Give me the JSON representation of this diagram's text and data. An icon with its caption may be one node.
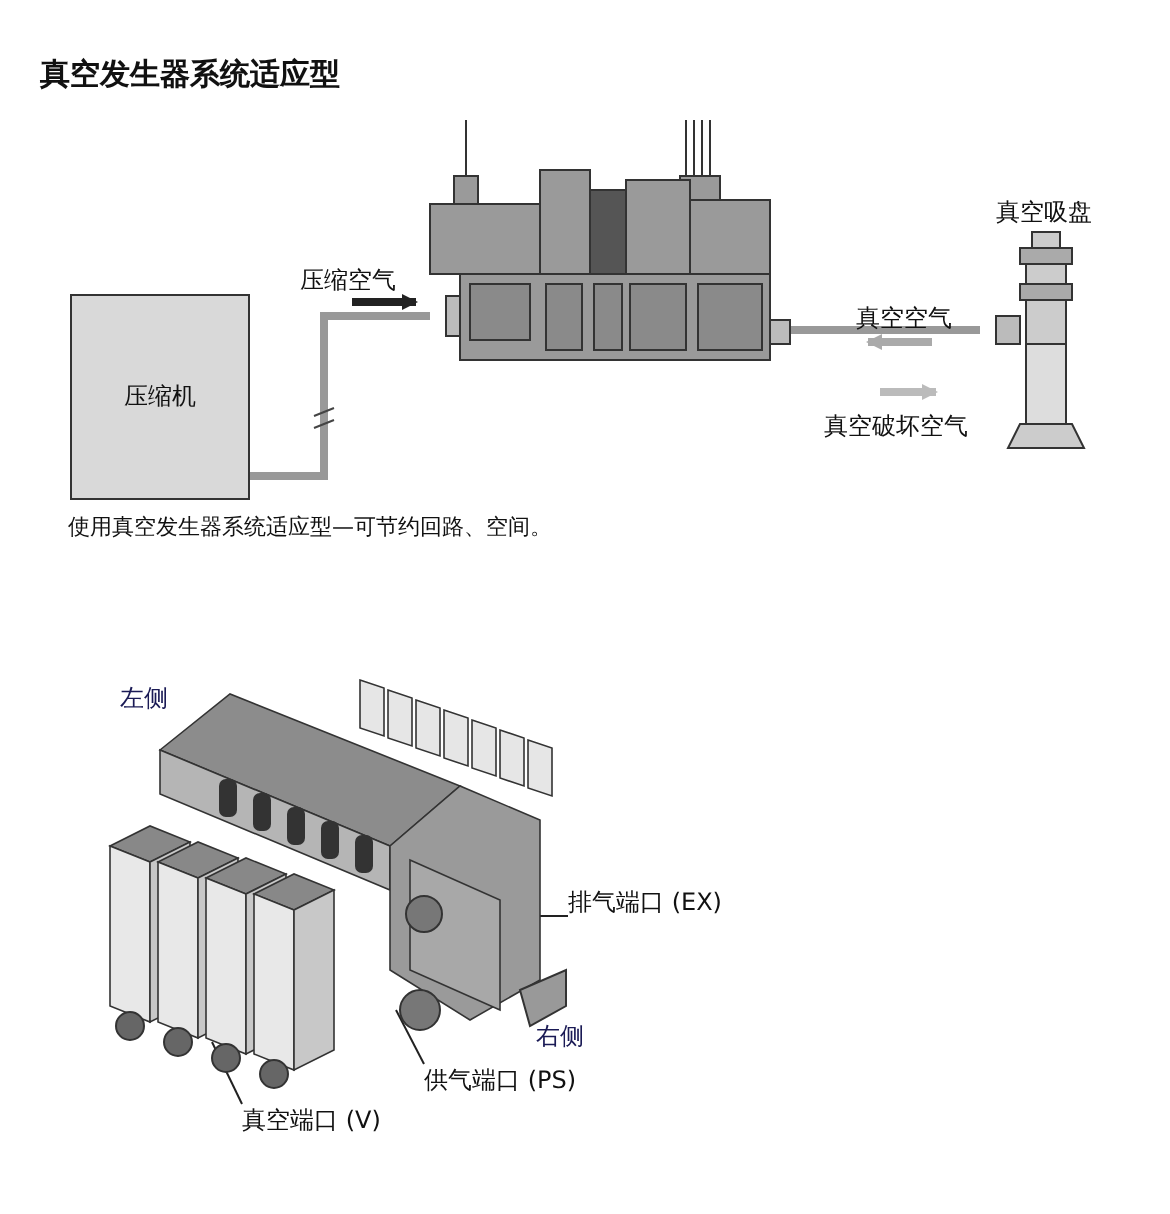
{
  "diagram": {
    "title": "真空发生器系统适应型",
    "caption": "使用真空发生器系统适应型—可节约回路、空间。",
    "nodes": [
      {
        "text": [
          "压缩机"
        ]
      },
      {
        "text": [],
        "shape": "picture"
      },
      {
        "text": [
          "真空吸盘"
        ]
      },
      {
        "text": [],
        "shape": "picture"
      },
      {
        "text": [
          "排气端口 (EX)"
        ]
      },
      {
        "text": [
          "供气端口 (PS)"
        ]
      },
      {
        "text": [
          "真空端口 (V)"
        ]
      }
    ],
    "edges": [
      {
        "from": 0,
        "to": 1,
        "arrow": "none",
        "style": "thick",
        "color": "#999999"
      },
      {
        "from": 1,
        "to": 2,
        "arrow": "none",
        "style": "thick",
        "color": "#999999"
      },
      {
        "from": 4,
        "to": 3,
        "arrow": "none"
      },
      {
        "from": 5,
        "to": 3,
        "arrow": "none"
      },
      {
        "from": 6,
        "to": 3,
        "arrow": "none"
      }
    ],
    "labels": [
      "压缩空气",
      "真空空气",
      "真空破坏空气",
      "左侧",
      "右侧"
    ]
  }
}
